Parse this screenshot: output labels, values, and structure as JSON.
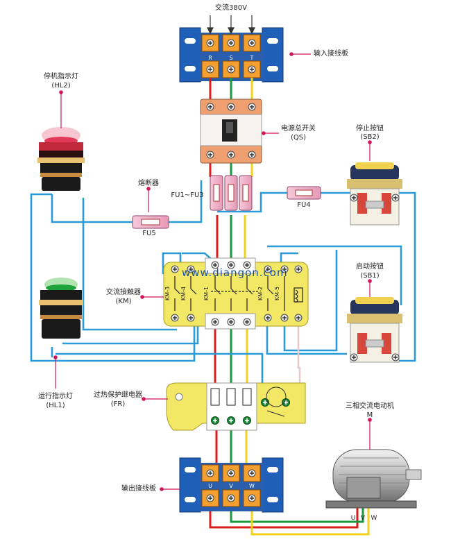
{
  "supply_label": "交流380V",
  "input_block": {
    "label": "输入接线板",
    "terminals": [
      "R",
      "S",
      "T"
    ]
  },
  "main_switch": {
    "name": "电源总开关",
    "code": "(QS)"
  },
  "fuse_holder": {
    "name": "熔断器"
  },
  "fuses_main": "FU1~FU3",
  "fuse4": "FU4",
  "fuse5": "FU5",
  "stop_lamp": {
    "name": "停机指示灯",
    "code": "(HL2)"
  },
  "run_lamp": {
    "name": "运行指示灯",
    "code": "(HL1)"
  },
  "stop_button": {
    "name": "停止按钮",
    "code": "(SB2)"
  },
  "start_button": {
    "name": "启动按钮",
    "code": "(SB1)"
  },
  "contactor": {
    "name": "交流接触器",
    "code": "(KM)",
    "contacts": [
      "KM-3",
      "KM-4",
      "KM-1",
      "KM-2",
      "KM-5"
    ]
  },
  "watermark": "www.diangon.com",
  "overload_relay": {
    "name": "过热保护继电器",
    "code": "(FR)"
  },
  "output_block": {
    "label": "输出接线板",
    "terminals": [
      "U",
      "V",
      "W"
    ]
  },
  "motor": {
    "name": "三相交流电动机",
    "code": "M",
    "terminals": [
      "U",
      "V",
      "W"
    ]
  },
  "colors": {
    "wire_blue": "#2a9ad8",
    "phase_red": "#d81e1e",
    "phase_green": "#1a9a3a",
    "phase_yellow": "#f0d21c",
    "terminal_block": "#1f5fb8",
    "contactor_body": "#f2e866",
    "label_red": "#c0143c"
  }
}
